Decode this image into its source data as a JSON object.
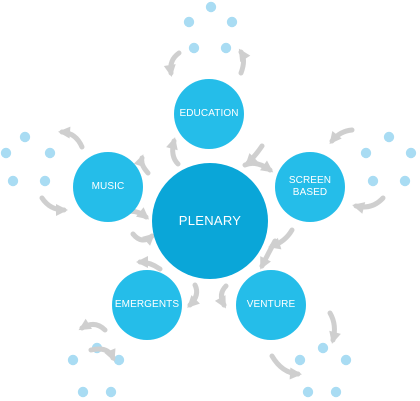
{
  "colors": {
    "center_fill": "#0aa6d8",
    "node_fill": "#25bde9",
    "dot_fill": "#a9dcf3",
    "arrow_fill": "#cfcfcf"
  },
  "center": {
    "label": "PLENARY"
  },
  "nodes": [
    {
      "id": "education",
      "label": "EDUCATION"
    },
    {
      "id": "screen-based",
      "label": "SCREEN\nBASED"
    },
    {
      "id": "venture",
      "label": "VENTURE"
    },
    {
      "id": "emergents",
      "label": "EMERGENTS"
    },
    {
      "id": "music",
      "label": "MUSIC"
    }
  ]
}
